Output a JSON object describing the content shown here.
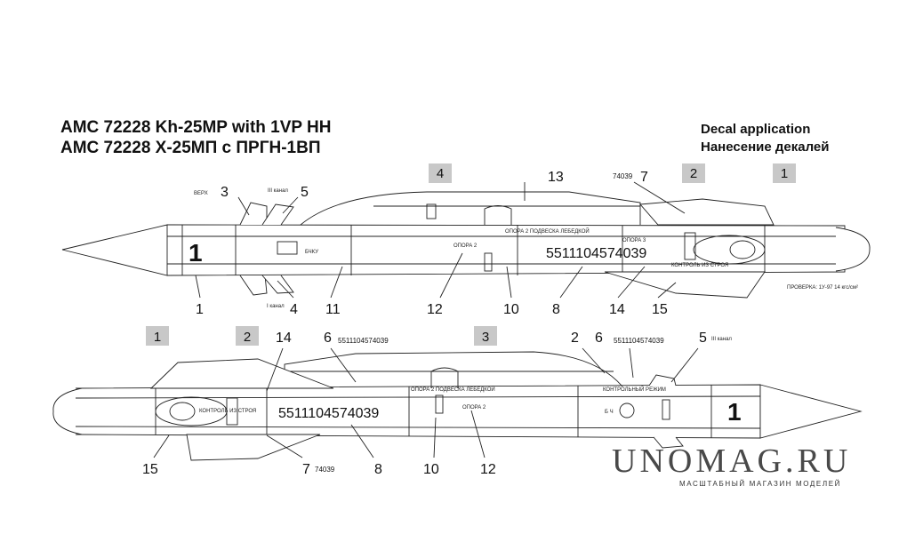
{
  "header": {
    "title_en": "AMC 72228 Kh-25MP with 1VP HH",
    "title_ru": "AMC 72228 Х-25МП с ПРГН-1ВП",
    "decal_en": "Decal application",
    "decal_ru": "Нанесение декалей"
  },
  "top_view": {
    "callouts": [
      "3",
      "5",
      "13",
      "7",
      "1",
      "11",
      "12",
      "10",
      "8",
      "14",
      "15",
      "4"
    ],
    "boxes": [
      "4",
      "2",
      "1"
    ],
    "serial": "5511104574039",
    "code": "74039",
    "nose_number": "1",
    "small_texts": {
      "verh": "ВЕРХ",
      "kanal_top": "III канал",
      "kanal_bottom": "I канал",
      "bchku": "БЧКУ",
      "opora2": "ОПОРА 2",
      "opora2_podveska": "ОПОРА 2 ПОДВЕСКА ЛЕБЕДКОЙ",
      "opora3": "ОПОРА 3",
      "kontrol": "КОНТРОЛЬ ИЗ СТРОЯ",
      "proverka": "ПРОВЕРКА: 1У-97 14 кгс/см²"
    }
  },
  "bottom_view": {
    "callouts": [
      "14",
      "6",
      "2",
      "6",
      "5",
      "15",
      "7",
      "8",
      "10",
      "12"
    ],
    "boxes": [
      "1",
      "2",
      "3"
    ],
    "serial": "5511104574039",
    "serial_small": "5511104574039",
    "code": "74039",
    "nose_number": "1",
    "small_texts": {
      "kanal": "III канал",
      "opora2": "ОПОРА 2",
      "opora2_podveska": "ОПОРА 2 ПОДВЕСКА ЛЕБЕДКОЙ",
      "kontrol": "КОНТРОЛЬ ИЗ СТРОЯ",
      "kontrol_rezhim": "КОНТРОЛЬНЫЙ РЕЖИМ",
      "bch": "Б Ч"
    }
  },
  "watermark": {
    "brand": "UNOMAG.RU",
    "tagline": "МАСШТАБНЫЙ МАГАЗИН МОДЕЛЕЙ"
  }
}
